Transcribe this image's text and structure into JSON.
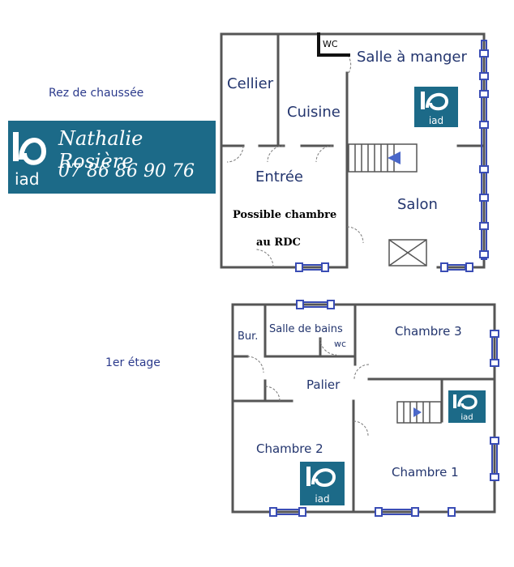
{
  "floors": {
    "ground_label": "Rez de chaussée",
    "upper_label": "1er étage"
  },
  "agent": {
    "name": "Nathalie Rosière",
    "phone": "07 86 86 90 76",
    "logo_text": "iad"
  },
  "ground_floor": {
    "rooms": {
      "wc": "WC",
      "dining": "Salle à manger",
      "cellar": "Cellier",
      "kitchen": "Cuisine",
      "entry": "Entrée",
      "living": "Salon"
    },
    "note_line1": "Possible chambre",
    "note_line2": "au RDC"
  },
  "upper_floor": {
    "rooms": {
      "office": "Bur.",
      "bathroom": "Salle de bains",
      "wc": "wc",
      "bedroom3": "Chambre 3",
      "landing": "Palier",
      "bedroom2": "Chambre 2",
      "bedroom1": "Chambre 1"
    }
  },
  "colors": {
    "wall": "#555555",
    "window": "#3a4db5",
    "brand": "#1c6a88",
    "text": "#23356e"
  }
}
